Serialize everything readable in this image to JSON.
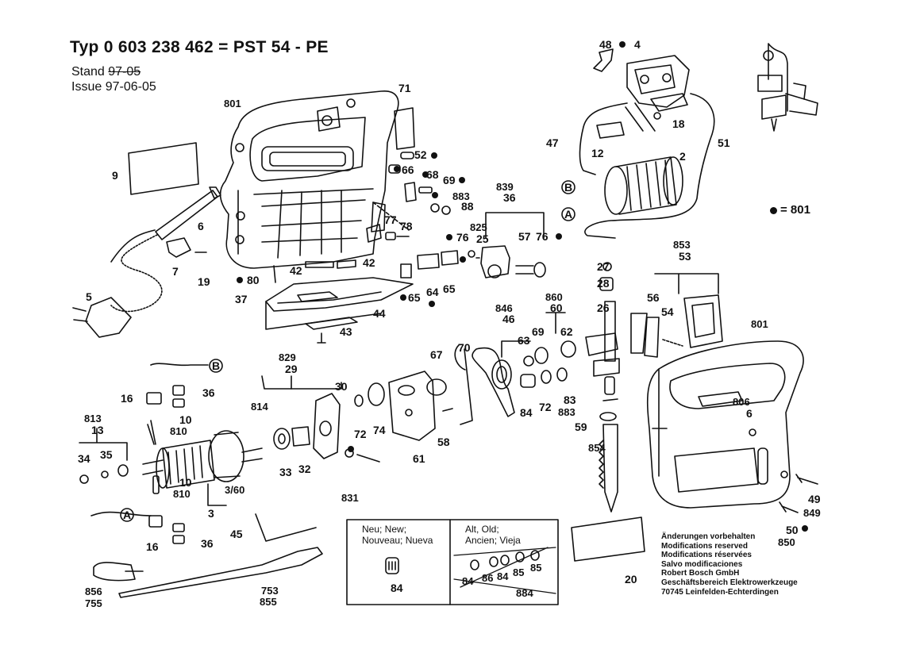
{
  "header": {
    "title": "Typ 0 603 238 462 = PST 54 - PE",
    "stand_label": "Stand",
    "stand_date": "97-05",
    "issue_label": "Issue",
    "issue_date": "97-06-05"
  },
  "legend": {
    "text": "= 801"
  },
  "new_old_box": {
    "new_label_line1": "Neu; New;",
    "new_label_line2": "Nouveau; Nueva",
    "new_part": "84",
    "old_label_line1": "Alt, Old;",
    "old_label_line2": "Ancien; Vieja",
    "old_parts": [
      "85",
      "84",
      "86",
      "84",
      "85",
      "884"
    ]
  },
  "notes": [
    "Änderungen vorbehalten",
    "Modifications reserved",
    "Modifications réservées",
    "Salvo modificaciones",
    "Robert Bosch GmbH",
    "Geschäftsbereich Elektrowerkzeuge",
    "70745 Leinfelden-Echterdingen"
  ],
  "parts": [
    {
      "id": "p801a",
      "text": "801"
    },
    {
      "id": "p71",
      "text": "71"
    },
    {
      "id": "p9",
      "text": "9"
    },
    {
      "id": "p6",
      "text": "6"
    },
    {
      "id": "p52",
      "text": "52"
    },
    {
      "id": "p66",
      "text": "66"
    },
    {
      "id": "p68",
      "text": "68"
    },
    {
      "id": "p69a",
      "text": "69"
    },
    {
      "id": "p883a",
      "text": "883"
    },
    {
      "id": "p88",
      "text": "88"
    },
    {
      "id": "p839",
      "text": "839"
    },
    {
      "id": "p36a",
      "text": "36"
    },
    {
      "id": "p77",
      "text": "77"
    },
    {
      "id": "p78",
      "text": "78"
    },
    {
      "id": "p825",
      "text": "825"
    },
    {
      "id": "p25",
      "text": "25"
    },
    {
      "id": "p57",
      "text": "57"
    },
    {
      "id": "p76a",
      "text": "76"
    },
    {
      "id": "p76b",
      "text": "76"
    },
    {
      "id": "p7",
      "text": "7"
    },
    {
      "id": "p19",
      "text": "19"
    },
    {
      "id": "p5",
      "text": "5"
    },
    {
      "id": "p80",
      "text": "80"
    },
    {
      "id": "p42a",
      "text": "42"
    },
    {
      "id": "p42b",
      "text": "42"
    },
    {
      "id": "p37",
      "text": "37"
    },
    {
      "id": "p44",
      "text": "44"
    },
    {
      "id": "p43",
      "text": "43"
    },
    {
      "id": "p65a",
      "text": "65"
    },
    {
      "id": "p64",
      "text": "64"
    },
    {
      "id": "p65b",
      "text": "65"
    },
    {
      "id": "p48",
      "text": "48"
    },
    {
      "id": "p4",
      "text": "4"
    },
    {
      "id": "p18",
      "text": "18"
    },
    {
      "id": "p47",
      "text": "47"
    },
    {
      "id": "p12",
      "text": "12"
    },
    {
      "id": "p2",
      "text": "2"
    },
    {
      "id": "p51",
      "text": "51"
    },
    {
      "id": "p853",
      "text": "853"
    },
    {
      "id": "p53",
      "text": "53"
    },
    {
      "id": "p27",
      "text": "27"
    },
    {
      "id": "p28",
      "text": "28"
    },
    {
      "id": "p26",
      "text": "26"
    },
    {
      "id": "p56",
      "text": "56"
    },
    {
      "id": "p54",
      "text": "54"
    },
    {
      "id": "p801b",
      "text": "801"
    },
    {
      "id": "p860",
      "text": "860"
    },
    {
      "id": "p60",
      "text": "60"
    },
    {
      "id": "p846",
      "text": "846"
    },
    {
      "id": "p46",
      "text": "46"
    },
    {
      "id": "p63",
      "text": "63"
    },
    {
      "id": "p69b",
      "text": "69"
    },
    {
      "id": "p62",
      "text": "62"
    },
    {
      "id": "p67",
      "text": "67"
    },
    {
      "id": "p70",
      "text": "70"
    },
    {
      "id": "p829",
      "text": "829"
    },
    {
      "id": "p29",
      "text": "29"
    },
    {
      "id": "p30",
      "text": "30"
    },
    {
      "id": "p814",
      "text": "814"
    },
    {
      "id": "p16a",
      "text": "16"
    },
    {
      "id": "p36b",
      "text": "36"
    },
    {
      "id": "p10a",
      "text": "10"
    },
    {
      "id": "p810a",
      "text": "810"
    },
    {
      "id": "p813",
      "text": "813"
    },
    {
      "id": "p13",
      "text": "13"
    },
    {
      "id": "p34",
      "text": "34"
    },
    {
      "id": "p35",
      "text": "35"
    },
    {
      "id": "p33",
      "text": "33"
    },
    {
      "id": "p32",
      "text": "32"
    },
    {
      "id": "p72a",
      "text": "72"
    },
    {
      "id": "p74",
      "text": "74"
    },
    {
      "id": "p58",
      "text": "58"
    },
    {
      "id": "p61",
      "text": "61"
    },
    {
      "id": "p84a",
      "text": "84"
    },
    {
      "id": "p72b",
      "text": "72"
    },
    {
      "id": "p83",
      "text": "83"
    },
    {
      "id": "p883b",
      "text": "883"
    },
    {
      "id": "p59",
      "text": "59"
    },
    {
      "id": "p854",
      "text": "854"
    },
    {
      "id": "p806",
      "text": "806"
    },
    {
      "id": "p6b",
      "text": "6"
    },
    {
      "id": "p10b",
      "text": "10"
    },
    {
      "id": "p810b",
      "text": "810"
    },
    {
      "id": "p360",
      "text": "3/60"
    },
    {
      "id": "p3",
      "text": "3"
    },
    {
      "id": "p831",
      "text": "831"
    },
    {
      "id": "p45",
      "text": "45"
    },
    {
      "id": "p16b",
      "text": "16"
    },
    {
      "id": "p36c",
      "text": "36"
    },
    {
      "id": "p753",
      "text": "753"
    },
    {
      "id": "p856a",
      "text": "856"
    },
    {
      "id": "p755",
      "text": "755"
    },
    {
      "id": "p855",
      "text": "855"
    },
    {
      "id": "p20",
      "text": "20"
    },
    {
      "id": "p49",
      "text": "49"
    },
    {
      "id": "p849",
      "text": "849"
    },
    {
      "id": "p50",
      "text": "50"
    },
    {
      "id": "p850",
      "text": "850"
    },
    {
      "id": "pA1",
      "text": "A"
    },
    {
      "id": "pB1",
      "text": "B"
    },
    {
      "id": "pA2",
      "text": "A"
    },
    {
      "id": "pB2",
      "text": "B"
    }
  ]
}
